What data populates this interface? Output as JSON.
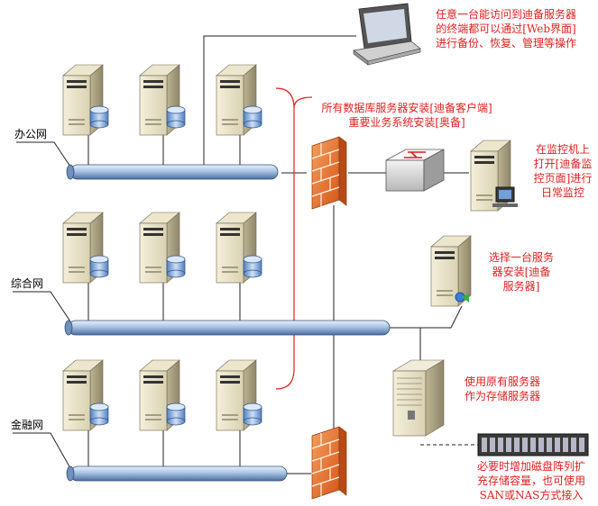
{
  "networks": {
    "office": "办公网",
    "general": "综合网",
    "finance": "金融网"
  },
  "notes": {
    "laptop": [
      "任意一台能访问到迪备服务器",
      "的终端都可以通过[Web界面]",
      "进行备份、恢复、管理等操作"
    ],
    "db_servers": [
      "所有数据库服务器安装[迪备客户端]",
      "重要业务系统安装[奥备]"
    ],
    "monitor": [
      "在监控机上",
      "打开[迪备监",
      "控页面]进行",
      "日常监控"
    ],
    "backup_server": [
      "选择一台服务",
      "器安装[迪备",
      "服务器]"
    ],
    "storage": [
      "使用原有服务器",
      "作为存储服务器"
    ],
    "disk_array": [
      "必要时增加磁盘阵列扩",
      "充存储容量，也可使用",
      "SAN或NAS方式接入"
    ]
  },
  "colors": {
    "note_red": "#e02020",
    "pipe_blue": "#9fbbe0",
    "firewall_orange": "#e8702a"
  }
}
